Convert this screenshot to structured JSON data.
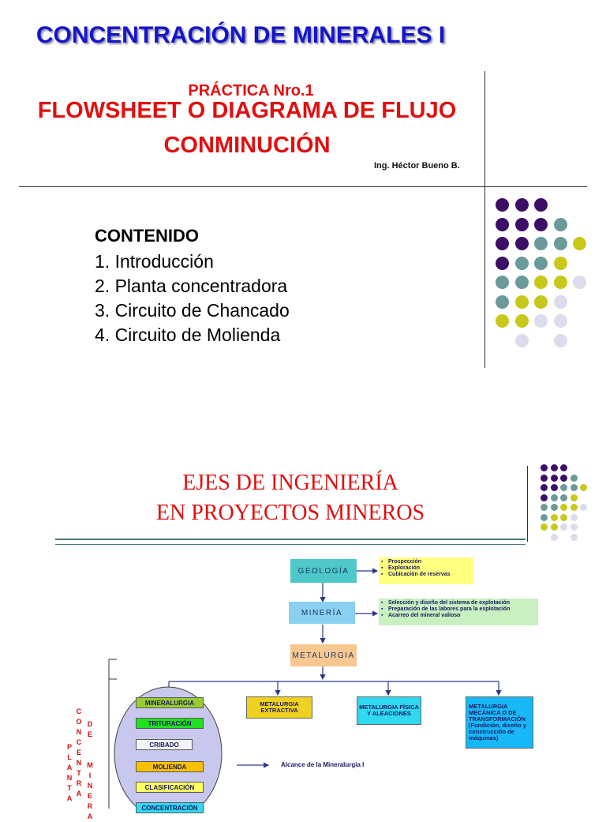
{
  "slide1": {
    "course_title": "CONCENTRACIÓN DE MINERALES I",
    "practica": "PRÁCTICA Nro.1",
    "title_line1": "FLOWSHEET O DIAGRAMA DE FLUJO",
    "title_line2": "CONMINUCIÓN",
    "author": "Ing. Héctor Bueno B.",
    "contenido_heading": "CONTENIDO",
    "contenido_items": [
      "1. Introducción",
      "2. Planta concentradora",
      "3. Circuito de Chancado",
      "4. Circuito de Molienda"
    ]
  },
  "slide2": {
    "title_line1": "EJES DE INGENIERÍA",
    "title_line2": "EN PROYECTOS MINEROS",
    "geologia": {
      "label": "GEOLOGÍA",
      "bullets": [
        "Prospección",
        "Exploración",
        "Cubicación de reservas"
      ]
    },
    "mineria": {
      "label": "MINERÍA",
      "bullets": [
        "Selección y diseño del sistema de explotación",
        "Preparación de las labores para la explotación",
        "Acarreo del mineral valioso"
      ]
    },
    "metalurgia": {
      "label": "METALURGIA"
    },
    "sub_boxes": [
      "METALURGIA EXTRACTIVA",
      "METALURGIA FÍSICA Y ALEACIONES",
      "METALURGIA MECÁNICA O DE TRANSFORMACIÓN (Fundición, diseño y construcción de máquinas)"
    ],
    "mineralurgia_steps": [
      "MINERALURGIA",
      "TRITURACIÓN",
      "CRIBADO",
      "MOLIENDA",
      "CLASIFICACIÓN",
      "CONCENTRACIÓN"
    ],
    "alcance": "Alcance de la Mineralurgia I",
    "vertical_left": [
      "C",
      "O",
      "N",
      "C",
      "E",
      "N",
      "T",
      "R",
      "A"
    ],
    "vertical_planta": [
      "P",
      "L",
      "A",
      "N",
      "T",
      "A"
    ],
    "vertical_de": [
      "D",
      "E"
    ],
    "vertical_mineral": [
      "M",
      "I",
      "N",
      "E",
      "R",
      "A"
    ]
  },
  "colors": {
    "purple": "#3d0e66",
    "teal": "#6b9a9a",
    "olive": "#c8c81a",
    "lavender": "#dcdcec",
    "title_blue": "#1515c8",
    "title_red": "#e01010"
  }
}
